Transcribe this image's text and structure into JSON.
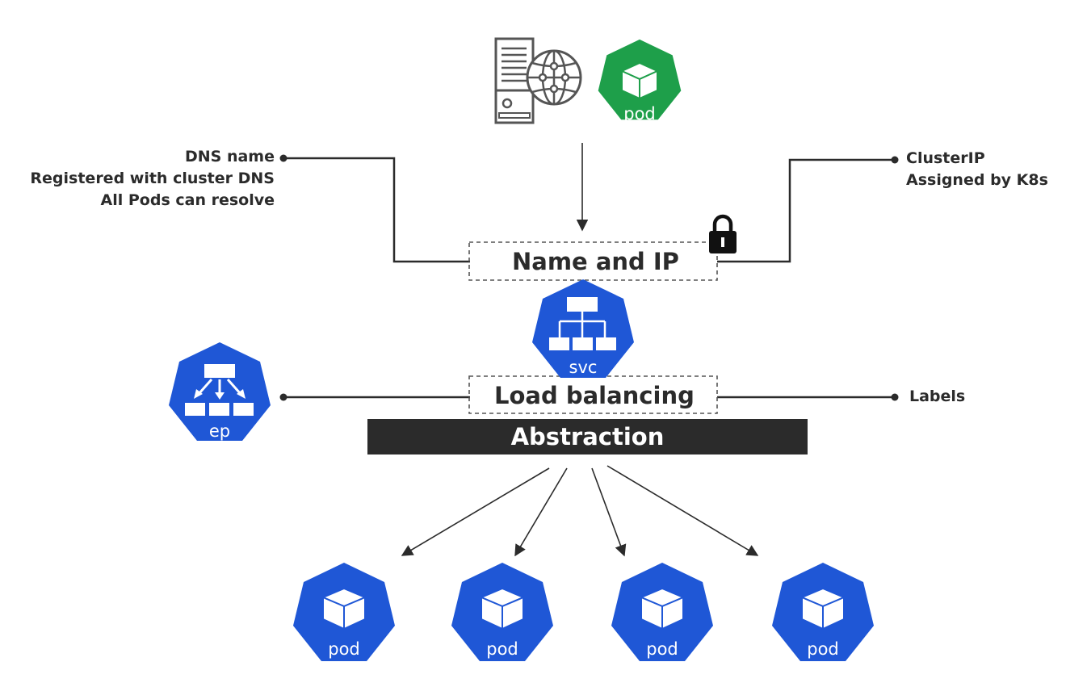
{
  "colors": {
    "k8s_blue": "#1f57d6",
    "pod_green": "#1e9f4a",
    "line": "#2b2b2b",
    "dashed_box": "#555555",
    "server_gray": "#555555"
  },
  "top": {
    "server_icon": "server-globe-icon",
    "pod_label": "pod"
  },
  "left_note": {
    "lines": [
      "DNS name",
      "Registered with cluster DNS",
      "All Pods can resolve"
    ]
  },
  "right_note": {
    "lines": [
      "ClusterIP",
      "Assigned by K8s"
    ]
  },
  "name_ip_box": {
    "label": "Name and IP",
    "icon": "lock-icon"
  },
  "service": {
    "label": "svc",
    "icon": "hierarchy-icon"
  },
  "load_balancing_box": {
    "label": "Load balancing"
  },
  "endpoints": {
    "label": "ep",
    "icon": "endpoint-split-icon"
  },
  "labels_note": {
    "label": "Labels"
  },
  "abstraction": {
    "label": "Abstraction"
  },
  "pods": [
    {
      "label": "pod"
    },
    {
      "label": "pod"
    },
    {
      "label": "pod"
    },
    {
      "label": "pod"
    }
  ]
}
